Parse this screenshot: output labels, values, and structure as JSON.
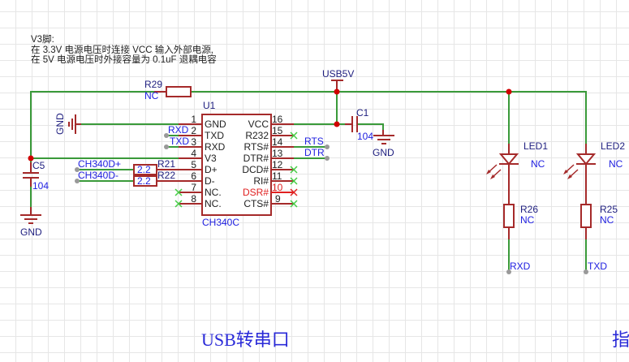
{
  "note": {
    "line1": "V3脚:",
    "line2": "在 3.3V 电源电压时连接 VCC 输入外部电源,",
    "line3": "在 5V 电源电压时外接容量为 0.1uF 退耦电容"
  },
  "power": {
    "usb5v": "USB5V",
    "gnd": "GND"
  },
  "r29": {
    "ref": "R29",
    "value": "NC"
  },
  "u1": {
    "ref": "U1",
    "part": "CH340C",
    "left_pins": [
      {
        "num": "1",
        "name": "GND"
      },
      {
        "num": "2",
        "name": "TXD"
      },
      {
        "num": "3",
        "name": "RXD"
      },
      {
        "num": "4",
        "name": "V3"
      },
      {
        "num": "5",
        "name": "D+"
      },
      {
        "num": "6",
        "name": "D-"
      },
      {
        "num": "7",
        "name": "NC."
      },
      {
        "num": "8",
        "name": "NC."
      }
    ],
    "right_pins": [
      {
        "num": "16",
        "name": "VCC"
      },
      {
        "num": "15",
        "name": "R232"
      },
      {
        "num": "14",
        "name": "RTS#"
      },
      {
        "num": "13",
        "name": "DTR#"
      },
      {
        "num": "12",
        "name": "DCD#"
      },
      {
        "num": "11",
        "name": "RI#"
      },
      {
        "num": "10",
        "name": "DSR#",
        "highlight": "#e02020"
      },
      {
        "num": "9",
        "name": "CTS#"
      }
    ]
  },
  "nets": {
    "rxd": "RXD",
    "txd": "TXD",
    "rts": "RTS",
    "dtr": "DTR",
    "dp": "CH340D+",
    "dm": "CH340D-"
  },
  "r21": {
    "ref": "R21",
    "value": "2.2"
  },
  "r22": {
    "ref": "R22",
    "value": "2.2"
  },
  "c1": {
    "ref": "C1",
    "value": "104"
  },
  "c5": {
    "ref": "C5",
    "value": "104"
  },
  "led1": {
    "ref": "LED1",
    "value": "NC"
  },
  "led2": {
    "ref": "LED2",
    "value": "NC"
  },
  "r26": {
    "ref": "R26",
    "value": "NC",
    "net": "RXD"
  },
  "r25": {
    "ref": "R25",
    "value": "NC",
    "net": "TXD"
  },
  "sheet_title": "USB转串口",
  "sheet_title_clipped": "指",
  "colors": {
    "wire": "#3a9a3a",
    "part": "#a52a2a",
    "label": "#2020e0",
    "junction": "#d00000"
  }
}
